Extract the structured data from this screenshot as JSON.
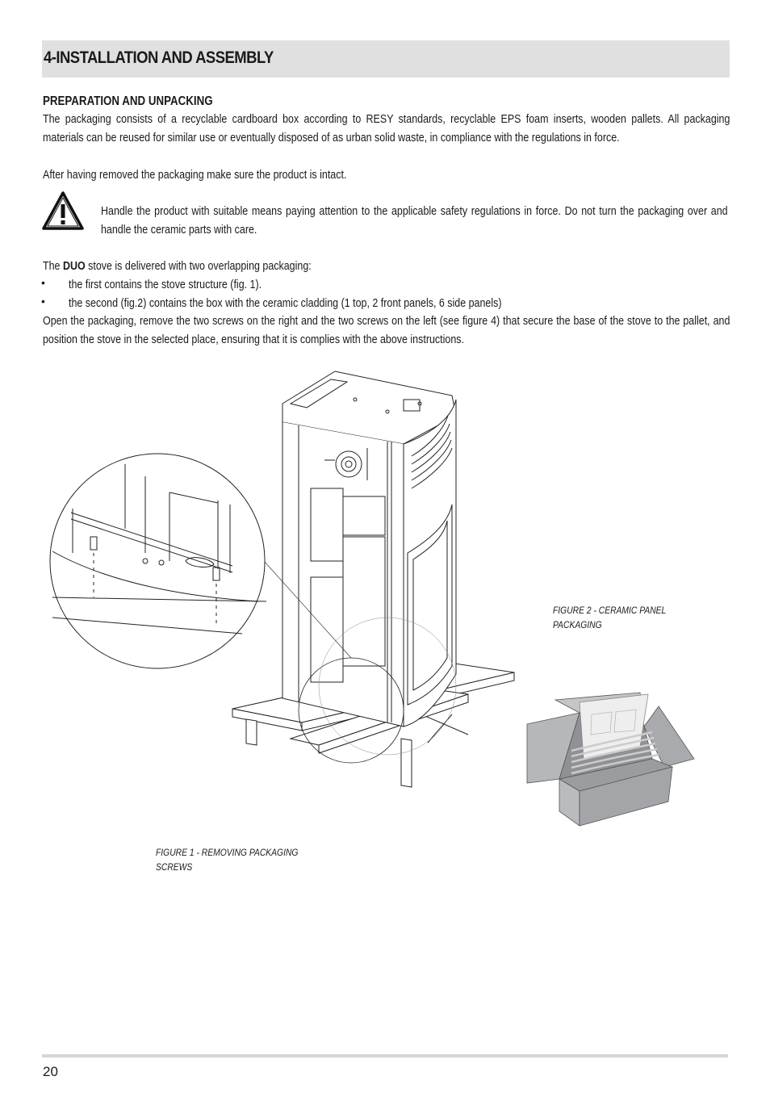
{
  "header": {
    "title": "4-INSTALLATION AND ASSEMBLY"
  },
  "section": {
    "title": "PREPARATION AND UNPACKING",
    "para1": "The packaging consists of a recyclable cardboard box according to RESY standards, recyclable EPS foam inserts, wooden pallets. All packaging materials can be reused for similar use or eventually disposed of as urban solid waste, in compliance with the regulations in force.",
    "para2": "After having removed the packaging make sure the product is intact.",
    "warning": "Handle the product with suitable means paying attention to the applicable safety regulations in force. Do not turn the packaging over and handle the ceramic parts with care.",
    "duo_prefix": "The ",
    "duo_bold": "DUO",
    "duo_suffix": " stove is delivered with two overlapping packaging:",
    "bullets": [
      "the first contains the stove structure (fig. 1).",
      "the second (fig.2) contains the box with the ceramic cladding (1 top, 2 front panels, 6 side panels)"
    ],
    "para3": "Open the packaging, remove the two screws on the right and the two screws on the left (see figure 4) that secure the base of the stove to the pallet, and position the stove in the selected place, ensuring that it is complies with the above instructions."
  },
  "figures": {
    "fig1_caption": "FIGURE 1 - REMOVING PACKAGING SCREWS",
    "fig2_caption": "FIGURE 2 - CERAMIC PANEL PACKAGING"
  },
  "footer": {
    "page_number": "20"
  },
  "icons": {
    "warning": "warning-triangle-icon"
  }
}
